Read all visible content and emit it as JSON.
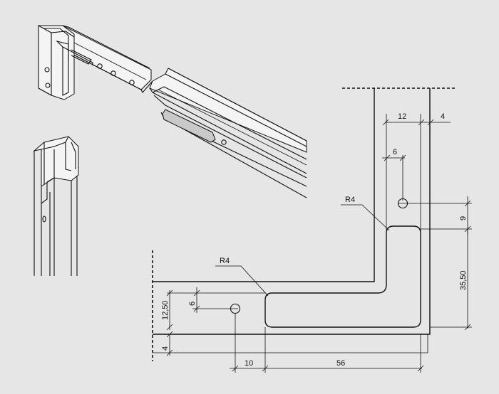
{
  "dimensions": {
    "d12": "12",
    "d4_top": "4",
    "d6_vertical_hole": "6",
    "d9": "9",
    "d35_50": "35,50",
    "d12_50": "12,50",
    "d6_horizontal_hole": "6",
    "d4_left": "4",
    "d10": "10",
    "d56": "56"
  },
  "radii": {
    "upper": "R4",
    "lower": "R4"
  }
}
